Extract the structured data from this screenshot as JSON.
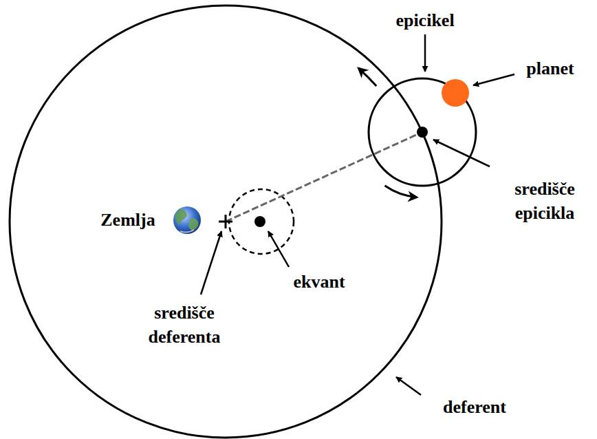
{
  "diagram": {
    "labels": [
      "epicikel",
      "planet",
      "Zemlja",
      "središče epicikla",
      "ekvant",
      "središče deferenta",
      "deferent"
    ]
  }
}
